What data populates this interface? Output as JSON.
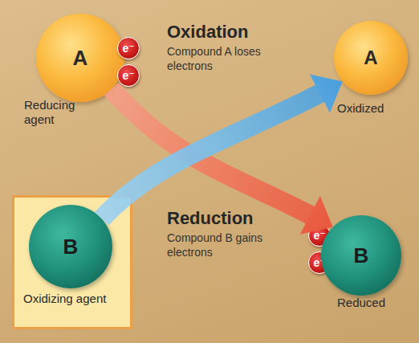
{
  "diagram": {
    "nodes": [
      {
        "text": [
          "A",
          "Reducing agent"
        ]
      },
      {
        "text": [
          "e⁻"
        ]
      },
      {
        "text": [
          "e⁻"
        ]
      },
      {
        "text": [
          "A",
          "Oxidized"
        ]
      },
      {
        "text": [
          "Oxidizing agent"
        ]
      },
      {
        "text": [
          "B"
        ],
        "in": 4
      },
      {
        "text": [
          "e⁻"
        ]
      },
      {
        "text": [
          "e⁻"
        ]
      },
      {
        "text": [
          "B",
          "Reduced"
        ]
      }
    ],
    "edges": [
      {
        "from": 0,
        "to": 8,
        "arrow": "to"
      },
      {
        "from": 5,
        "to": 3,
        "arrow": "to"
      }
    ],
    "labels": [
      "Oxidation",
      "Compound A loses electrons",
      "Reduction",
      "Compound B gains electrons"
    ]
  }
}
